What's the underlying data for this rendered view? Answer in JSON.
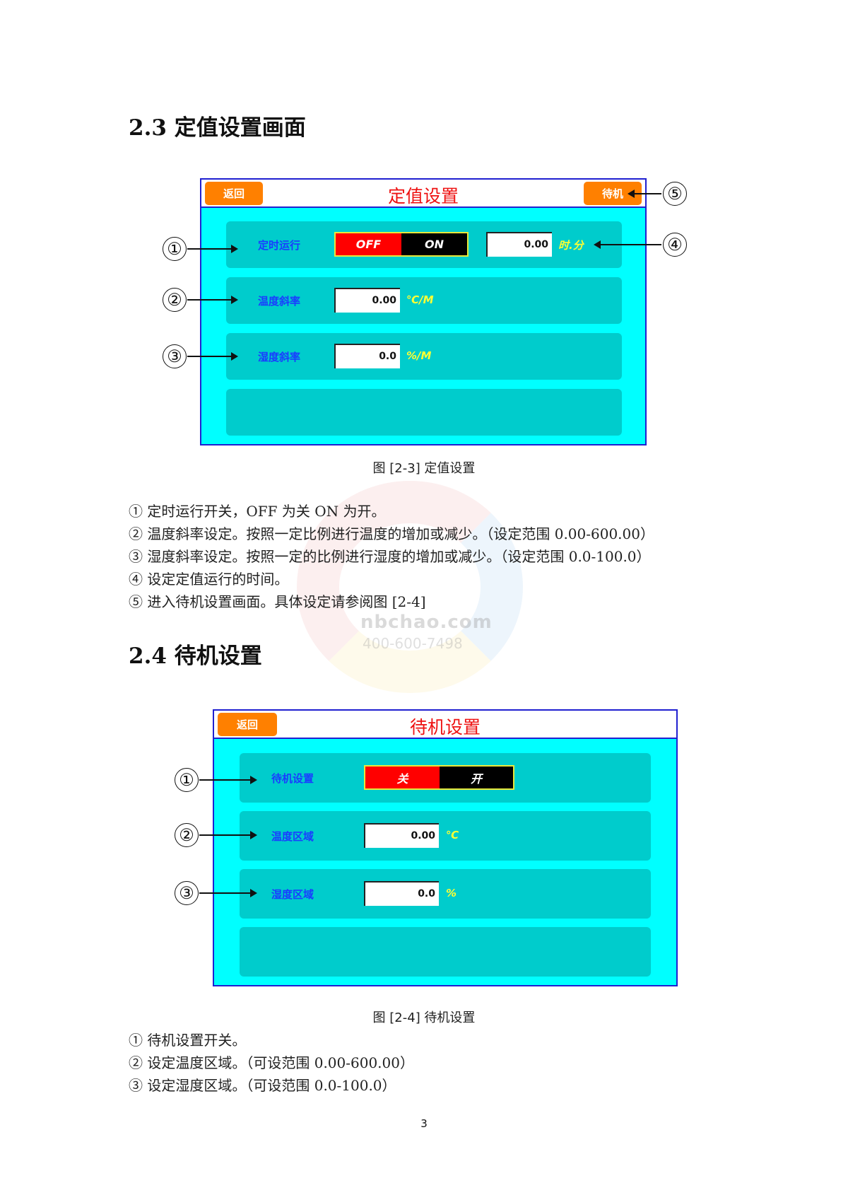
{
  "watermark": {
    "site": "nbchao.com",
    "phone": "400-600-7498"
  },
  "section_23": {
    "number": "2.3",
    "title": "定值设置画面",
    "screen": {
      "back_label": "返回",
      "title": "定值设置",
      "standby_label": "待机",
      "rows": [
        {
          "label": "定时运行",
          "toggle_off": "OFF",
          "toggle_on": "ON",
          "value": "0.00",
          "unit": "时.分"
        },
        {
          "label": "温度斜率",
          "value": "0.00",
          "unit": "℃/M"
        },
        {
          "label": "湿度斜率",
          "value": "0.0",
          "unit": "%/M"
        }
      ]
    },
    "callouts": [
      "①",
      "②",
      "③",
      "④",
      "⑤"
    ],
    "caption": "图 [2-3] 定值设置",
    "descriptions": [
      "① 定时运行开关，OFF 为关 ON 为开。",
      "② 温度斜率设定。按照一定比例进行温度的增加或减少。（设定范围 0.00-600.00）",
      "③ 湿度斜率设定。按照一定的比例进行湿度的增加或减少。（设定范围 0.0-100.0）",
      "④ 设定定值运行的时间。",
      "⑤ 进入待机设置画面。具体设定请参阅图 [2-4]"
    ]
  },
  "section_24": {
    "number": "2.4",
    "title": "待机设置",
    "screen": {
      "back_label": "返回",
      "title": "待机设置",
      "rows": [
        {
          "label": "待机设置",
          "toggle_off": "关",
          "toggle_on": "开"
        },
        {
          "label": "温度区域",
          "value": "0.00",
          "unit": "℃"
        },
        {
          "label": "湿度区域",
          "value": "0.0",
          "unit": "%"
        }
      ]
    },
    "callouts": [
      "①",
      "②",
      "③"
    ],
    "caption": "图 [2-4] 待机设置",
    "descriptions": [
      "① 待机设置开关。",
      "② 设定温度区域。（可设范围 0.00-600.00）",
      "③ 设定湿度区域。（可设范围 0.0-100.0）"
    ]
  },
  "page_number": "3",
  "colors": {
    "screen_bg": "#00ffff",
    "row_bg": "#00cccc",
    "frame_border": "#2020d0",
    "button_orange": "#ff8000",
    "title_red": "#ee1111",
    "label_blue": "#1a3cff",
    "unit_yellow": "#ffff33",
    "toggle_off_red": "#ff0000",
    "toggle_on_black": "#000000"
  }
}
